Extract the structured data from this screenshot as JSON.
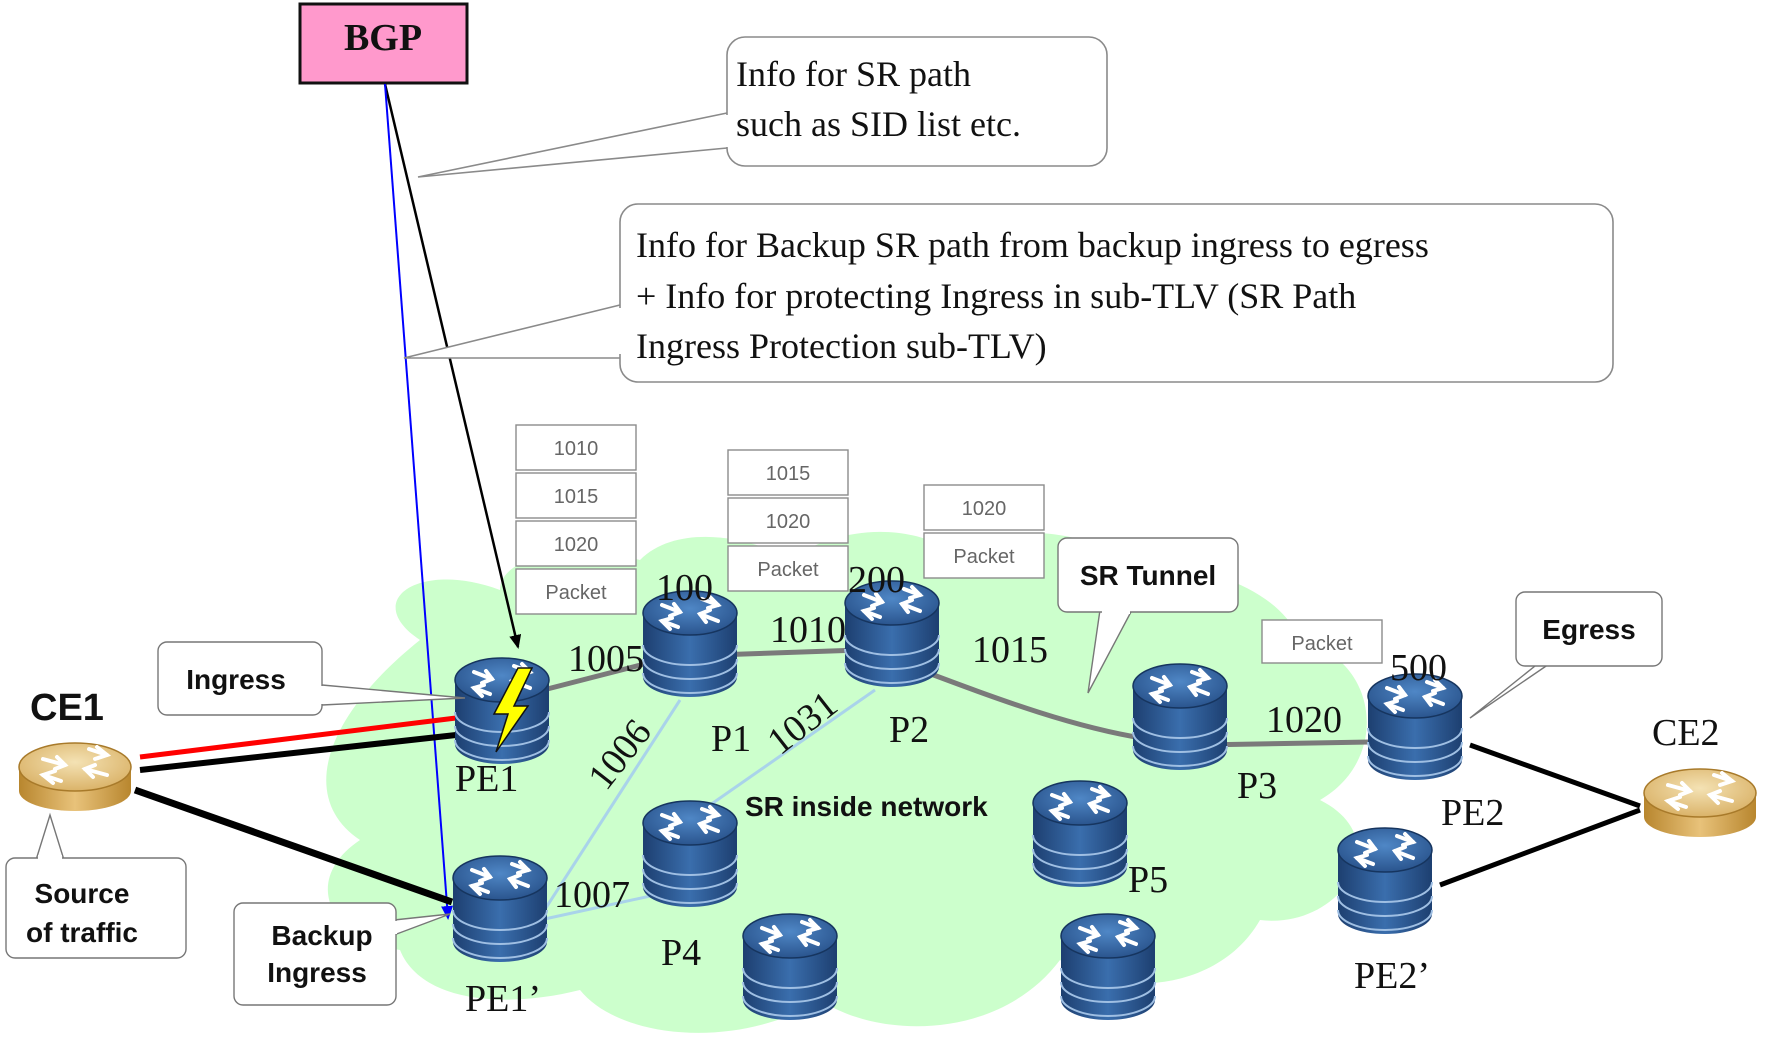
{
  "bgp": {
    "label": "BGP",
    "fill": "#ff99cc"
  },
  "callouts": {
    "sr_path_info": {
      "line1": "Info for SR path",
      "line2": "such as SID list etc."
    },
    "backup_info": {
      "line1": "Info for Backup SR path from backup ingress to egress",
      "line2": "+ Info for protecting Ingress in sub-TLV (SR Path",
      "line3": "Ingress Protection sub-TLV)"
    }
  },
  "label_stacks": {
    "pe1": [
      "1010",
      "1015",
      "1020",
      "Packet"
    ],
    "p1": [
      "1015",
      "1020",
      "Packet"
    ],
    "p2": [
      "1020",
      "Packet"
    ],
    "p3": [
      "Packet"
    ]
  },
  "tags": {
    "ingress": "Ingress",
    "egress": "Egress",
    "sr_tunnel": "SR Tunnel",
    "source_line1": "Source",
    "source_line2": "of traffic",
    "backup_line1": "Backup",
    "backup_line2": "Ingress",
    "sr_inside": "SR inside network"
  },
  "nodes": {
    "ce1": "CE1",
    "ce2": "CE2",
    "pe1": "PE1",
    "pe1b": "PE1’",
    "p1": "P1",
    "p2": "P2",
    "p3": "P3",
    "p4": "P4",
    "p5": "P5",
    "pe2": "PE2",
    "pe2b": "PE2’"
  },
  "node_sids": {
    "p1": "100",
    "p2": "200",
    "pe2": "500"
  },
  "adj_sids": {
    "pe1_p1": "1005",
    "p1_p2": "1010",
    "p2_p3": "1015",
    "p3_pe2": "1020",
    "pe1b_p1": "1006",
    "p4_p2": "1031",
    "pe1b_p4": "1007"
  },
  "colors": {
    "cloud": "#ccffcc",
    "router": "#2f5e9a",
    "ce_router": "#d4a95a",
    "primary_path": "#ff0000",
    "bgp_primary_arrow": "#000000",
    "bgp_backup_arrow": "#0000ff",
    "backup_link": "#a9d3ea",
    "tunnel_link": "#7a7a7a",
    "fault": "#ffff00"
  }
}
